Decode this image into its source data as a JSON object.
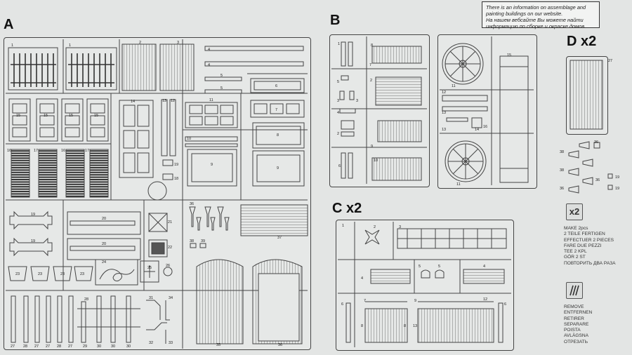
{
  "sections": {
    "a": "A",
    "b": "B",
    "c": "C x2",
    "d": "D x2"
  },
  "info_box": {
    "en": "There is an information on assemblage and painting buildings on our website.",
    "ru": "На нашем вебсайте Вы можете найти информацию по сборке и окраске домов."
  },
  "make_icon": "x2",
  "make_text": [
    "MAKE 2pcs",
    "2 TEILE FERTIGEN",
    "EFFECTUER 2 PIECES",
    "FARE DUE PEZZI",
    "TEE 2 KPL",
    "GÖR 2 ST",
    "ПОВТОРИТЬ ДВА РАЗА"
  ],
  "remove_text": [
    "REMOVE",
    "ENTFERNEN",
    "RETIRER",
    "SEPARARE",
    "POISTA",
    "AVLÄGSNA",
    "ОТРЕЗАТЬ"
  ],
  "part_numbers": {
    "a": [
      "1",
      "1",
      "2",
      "3",
      "4",
      "4",
      "5",
      "5",
      "6",
      "7",
      "8",
      "9",
      "9",
      "10",
      "11",
      "12",
      "13",
      "14",
      "15",
      "15",
      "15",
      "15",
      "16",
      "16",
      "17",
      "17",
      "18",
      "18",
      "19",
      "19",
      "20",
      "20",
      "21",
      "22",
      "23",
      "23",
      "23",
      "23",
      "24",
      "25",
      "26",
      "27",
      "27",
      "27",
      "27",
      "27",
      "28",
      "28",
      "28",
      "29",
      "30",
      "30",
      "31",
      "32",
      "33",
      "34",
      "35",
      "36",
      "36",
      "37",
      "38",
      "39"
    ],
    "b": [
      "1",
      "2",
      "2",
      "3",
      "3",
      "4",
      "5",
      "6",
      "7",
      "8",
      "9",
      "10",
      "11",
      "11",
      "12",
      "13",
      "13",
      "14",
      "15",
      "16"
    ],
    "c": [
      "1",
      "2",
      "3",
      "4",
      "4",
      "5",
      "5",
      "6",
      "6",
      "7",
      "8",
      "8",
      "9",
      "12",
      "13"
    ],
    "d": [
      "27",
      "36",
      "38",
      "38",
      "39"
    ]
  }
}
